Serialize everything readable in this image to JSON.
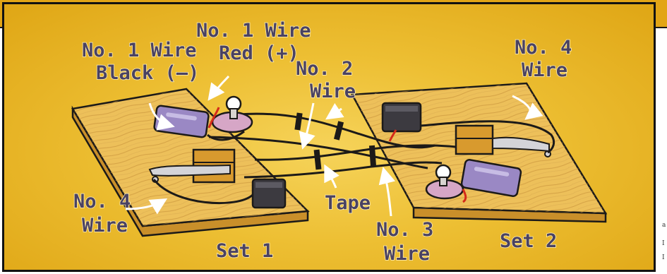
{
  "labels": {
    "no1_wire_black_line1": "No. 1 Wire",
    "no1_wire_black_line2": "Black (–)",
    "no1_wire_red_line1": "No. 1 Wire",
    "no1_wire_red_line2": "Red (+)",
    "no2_wire_line1": "No. 2",
    "no2_wire_line2": "Wire",
    "no4_wire_right_line1": "No. 4",
    "no4_wire_right_line2": "Wire",
    "no4_wire_left_line1": "No. 4",
    "no4_wire_left_line2": "Wire",
    "tape": "Tape",
    "no3_wire_line1": "No. 3",
    "no3_wire_line2": "Wire",
    "set1": "Set 1",
    "set2": "Set 2"
  },
  "edge_text": [
    "a",
    "I",
    "I"
  ],
  "colors": {
    "header_bar": "#e2a516",
    "background": "#f2c840",
    "board_top": "#edc05a",
    "board_side": "#c98f2a",
    "outline": "#1c1a18",
    "battery": "#9a88c4",
    "buzzer": "#3c3a40",
    "key_block": "#d89a2e",
    "key_arm": "#d4d4d8",
    "bulb": "#d6a6c6",
    "wire_red": "#d42a1a",
    "label_text": "#4a4262"
  }
}
